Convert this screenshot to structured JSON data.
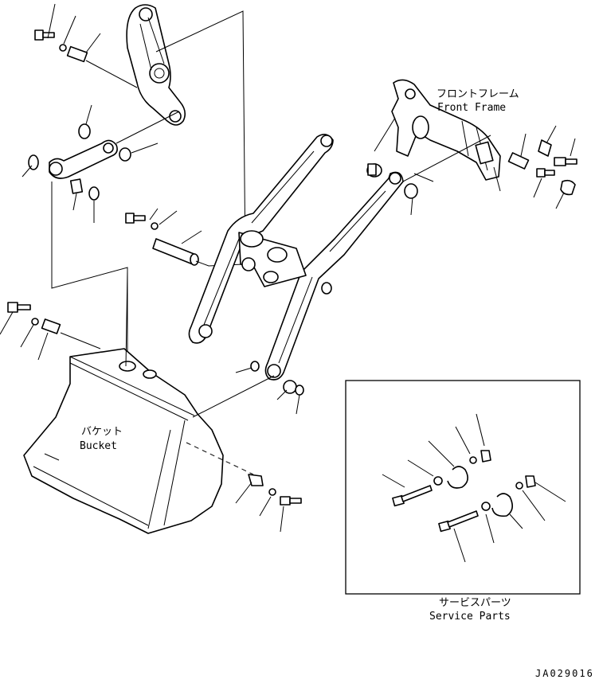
{
  "labels": {
    "front_frame_jp": "フロントフレーム",
    "front_frame_en": "Front Frame",
    "bucket_jp": "バケット",
    "bucket_en": "Bucket",
    "service_parts_jp": "サービスパーツ",
    "service_parts_en": "Service Parts",
    "drawing_code": "JA029016"
  }
}
